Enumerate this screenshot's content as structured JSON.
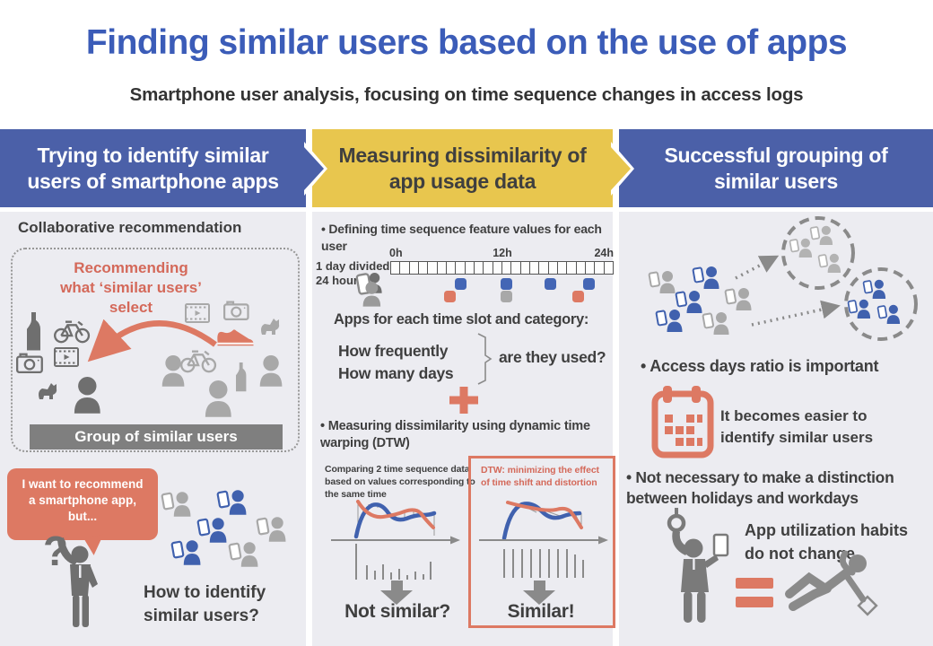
{
  "header": {
    "title": "Finding similar users based on the use of apps",
    "subtitle": "Smartphone user analysis, focusing on time sequence changes in access logs"
  },
  "colors": {
    "header_blue": "#4b60a8",
    "header_yellow": "#e8c64e",
    "title_blue": "#3b5cb8",
    "salmon": "#dd7963",
    "red_text": "#d4695a",
    "panel_bg": "#ececf1",
    "gray_bar": "#7f7f7f",
    "icon_dark": "#6f6f6f",
    "icon_light": "#a8a8a8",
    "person_blue": "#4061ae",
    "mark_blue": "#4466b5",
    "mark_gray": "#a8a8a8"
  },
  "left": {
    "header_lines": [
      "Trying to identify similar",
      "users of smartphone apps"
    ],
    "section_title": "Collaborative recommendation",
    "recommend_lines": [
      "Recommending",
      "what ‘similar users’",
      "select"
    ],
    "group_label": "Group of similar users",
    "bubble_lines": [
      "I want to recommend",
      "a smartphone app,",
      "but..."
    ],
    "question_mark": "?",
    "question_lines": [
      "How to identify",
      "similar users?"
    ]
  },
  "middle": {
    "header_lines": [
      "Measuring dissimilarity of",
      "app usage data"
    ],
    "bullet_defining": "•  Defining time sequence feature values for each user",
    "timeline": {
      "left_label_lines": [
        "1 day divided into",
        "24 hours"
      ],
      "tick_start": "0h",
      "tick_mid": "12h",
      "tick_end": "24h",
      "slot_count": 24,
      "marks_row1": [
        6.9,
        11.9,
        16.6,
        20.7
      ],
      "marks_row2": [
        {
          "slot": 5.8,
          "color": "#dd7963"
        },
        {
          "slot": 11.9,
          "color": "#a8a8a8"
        },
        {
          "slot": 19.6,
          "color": "#dd7963"
        }
      ]
    },
    "apps_line": "Apps for each time slot and category:",
    "freq_line1": "How frequently",
    "freq_line2": "How many days",
    "used_line": "are they used?",
    "bullet_dtw": "•  Measuring dissimilarity using dynamic time warping (DTW)",
    "compare_caption_lines": [
      "Comparing 2 time sequence data",
      "based on values corresponding to",
      "the same time"
    ],
    "dtw_caption_lines": [
      "DTW: minimizing the effect",
      "of time shift and distortion"
    ],
    "not_similar": "Not similar?",
    "similar": "Similar!"
  },
  "right": {
    "header_lines": [
      "Successful grouping of",
      "similar users"
    ],
    "bullet_access": "•  Access days ratio is important",
    "calendar_note_lines": [
      "It becomes easier to",
      "identify similar users"
    ],
    "bullet_distinction": "•  Not necessary to make a distinction between holidays and workdays",
    "habits_lines": [
      "App utilization habits",
      "do not change"
    ]
  }
}
